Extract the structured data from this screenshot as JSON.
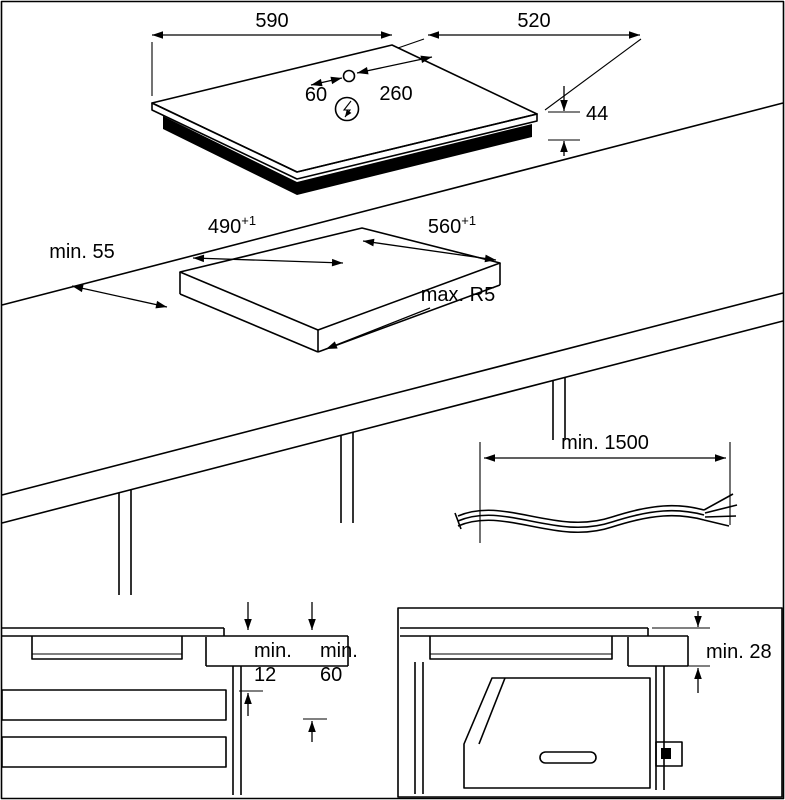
{
  "colors": {
    "line": "#000000",
    "background": "#ffffff",
    "fill_dark": "#000000"
  },
  "hob_top_view": {
    "width_mm": "590",
    "depth_mm": "520",
    "height_mm": "44",
    "cable_hole_offset_mm": "60",
    "cable_hole_distance_mm": "260",
    "power_icon": "lightning-bolt-icon"
  },
  "worktop_cutout_view": {
    "cutout_depth_mm": "490",
    "cutout_depth_tolerance": "+1",
    "cutout_width_mm": "560",
    "cutout_width_tolerance": "+1",
    "min_edge_distance": "min. 55",
    "max_corner_radius": "max. R5"
  },
  "mains_cable_view": {
    "min_cable_length": "min. 1500"
  },
  "section_above_drawer": {
    "clearance_small_prefix": "min.",
    "clearance_small_value": "12",
    "clearance_large_prefix": "min.",
    "clearance_large_value": "60"
  },
  "section_above_oven": {
    "min_clearance": "min. 28"
  }
}
